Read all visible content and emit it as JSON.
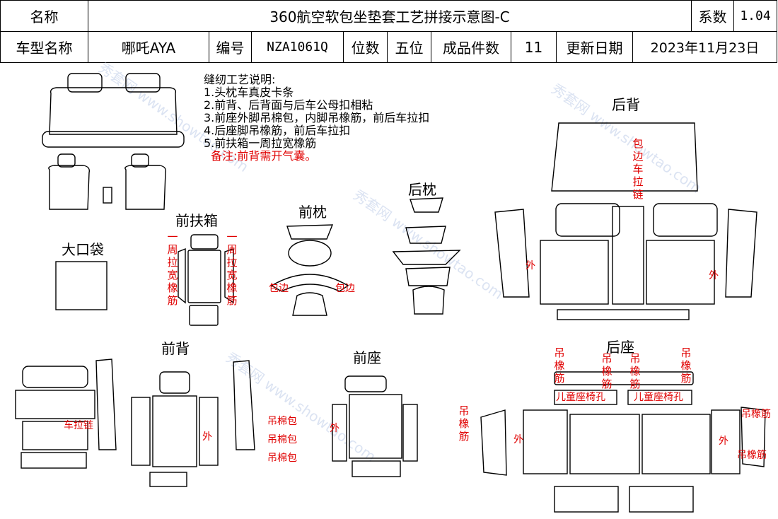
{
  "header": {
    "name_label": "名称",
    "title": "360航空软包坐垫套工艺拼接示意图-C",
    "coef_label": "系数",
    "coef_value": "1.04",
    "model_label": "车型名称",
    "model_value": "哪吒AYA",
    "code_label": "编号",
    "code_value": "NZA1061Q",
    "seats_label": "位数",
    "seats_value": "五位",
    "pieces_label": "成品件数",
    "pieces_value": "11",
    "date_label": "更新日期",
    "date_value": "2023年11月23日"
  },
  "notes": {
    "title": "缝纫工艺说明:",
    "items": [
      "1.头枕车真皮卡条",
      "2.前背、后背面与后车公母扣相粘",
      "3.前座外脚吊棉包，内脚吊橡筋，前后车拉扣",
      "4.后座脚吊橡筋，前后车拉扣",
      "5.前扶箱一周拉宽橡筋"
    ],
    "remark": "备注:前背需开气囊。"
  },
  "sections": {
    "rear_back": "后背",
    "rear_pillow": "后枕",
    "front_armrest": "前扶箱",
    "front_pillow": "前枕",
    "big_bag": "大口袋",
    "front_back": "前背",
    "front_seat": "前座",
    "rear_seat": "后座"
  },
  "annotations": {
    "zip_edge": "包边车拉链",
    "outer": "外",
    "loop_elastic": "一周拉宽橡筋",
    "edge_bind": "包边",
    "zipper": "车拉链",
    "cotton_bag": "吊棉包",
    "hang_elastic": "吊橡筋",
    "hang_elastic_h": "吊橡筋",
    "child_seat_hole": "儿童座椅孔"
  },
  "watermark": "秀套网 www.showtao.com"
}
